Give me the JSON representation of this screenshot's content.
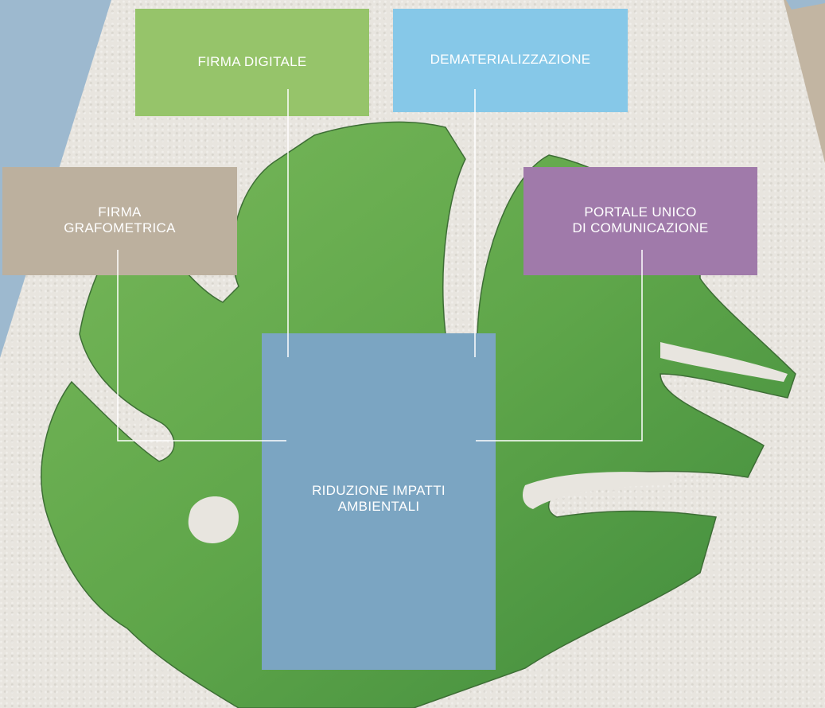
{
  "nodes": {
    "firma_digitale": "FIRMA DIGITALE",
    "dematerializzazione": "DEMATERIALIZZAZIONE",
    "firma_grafometrica": "FIRMA\nGRAFOMETRICA",
    "portale": "PORTALE UNICO\nDI COMUNICAZIONE",
    "riduzione": "RIDUZIONE IMPATTI\nAMBIENTALI"
  },
  "colors": {
    "firma_digitale": "#96c46a",
    "dematerializzazione": "#86c8e8",
    "firma_grafometrica": "#bcb09e",
    "portale": "#a07aaa",
    "riduzione": "#7ba5c2",
    "connector": "#ffffff",
    "leaf": "#5fa64a"
  },
  "decoration": {
    "background_leaf": "monstera-leaf"
  }
}
